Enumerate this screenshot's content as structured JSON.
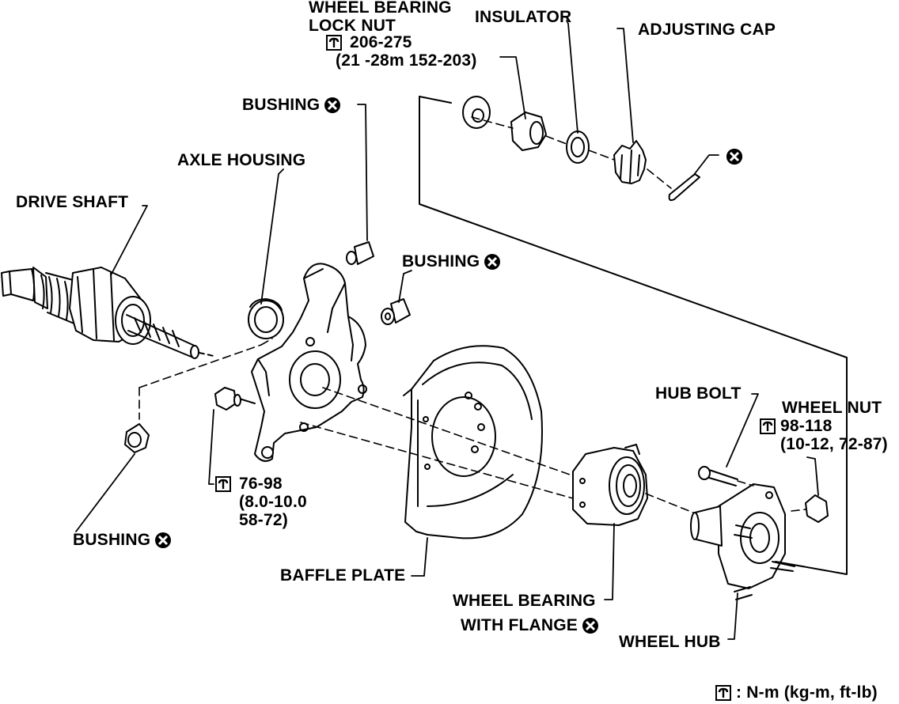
{
  "labels": {
    "wheel_bearing_lock_nut_1": "WHEEL BEARING",
    "wheel_bearing_lock_nut_2": "LOCK NUT",
    "lock_nut_torque_1": "206-275",
    "lock_nut_torque_2": "(21 -28m 152-203)",
    "insulator": "INSULATOR",
    "adjusting_cap": "ADJUSTING CAP",
    "bushing_top": "BUSHING",
    "axle_housing": "AXLE HOUSING",
    "drive_shaft": "DRIVE SHAFT",
    "bushing_mid": "BUSHING",
    "bushing_bottom": "BUSHING",
    "bolt_torque_1": "76-98",
    "bolt_torque_2": "(8.0-10.0",
    "bolt_torque_3": "58-72)",
    "baffle_plate": "BAFFLE PLATE",
    "hub_bolt": "HUB BOLT",
    "wheel_nut": "WHEEL NUT",
    "wheel_nut_torque_1": "98-118",
    "wheel_nut_torque_2": "(10-12, 72-87)",
    "wheel_bearing_flange_1": "WHEEL BEARING",
    "wheel_bearing_flange_2": "WITH FLANGE",
    "wheel_hub": "WHEEL HUB",
    "units_legend": ": N-m (kg-m, ft-lb)"
  },
  "icons": {
    "replace": "x-circle-icon",
    "torque": "torque-wrench-icon"
  },
  "colors": {
    "ink": "#000000",
    "paper": "#ffffff"
  }
}
